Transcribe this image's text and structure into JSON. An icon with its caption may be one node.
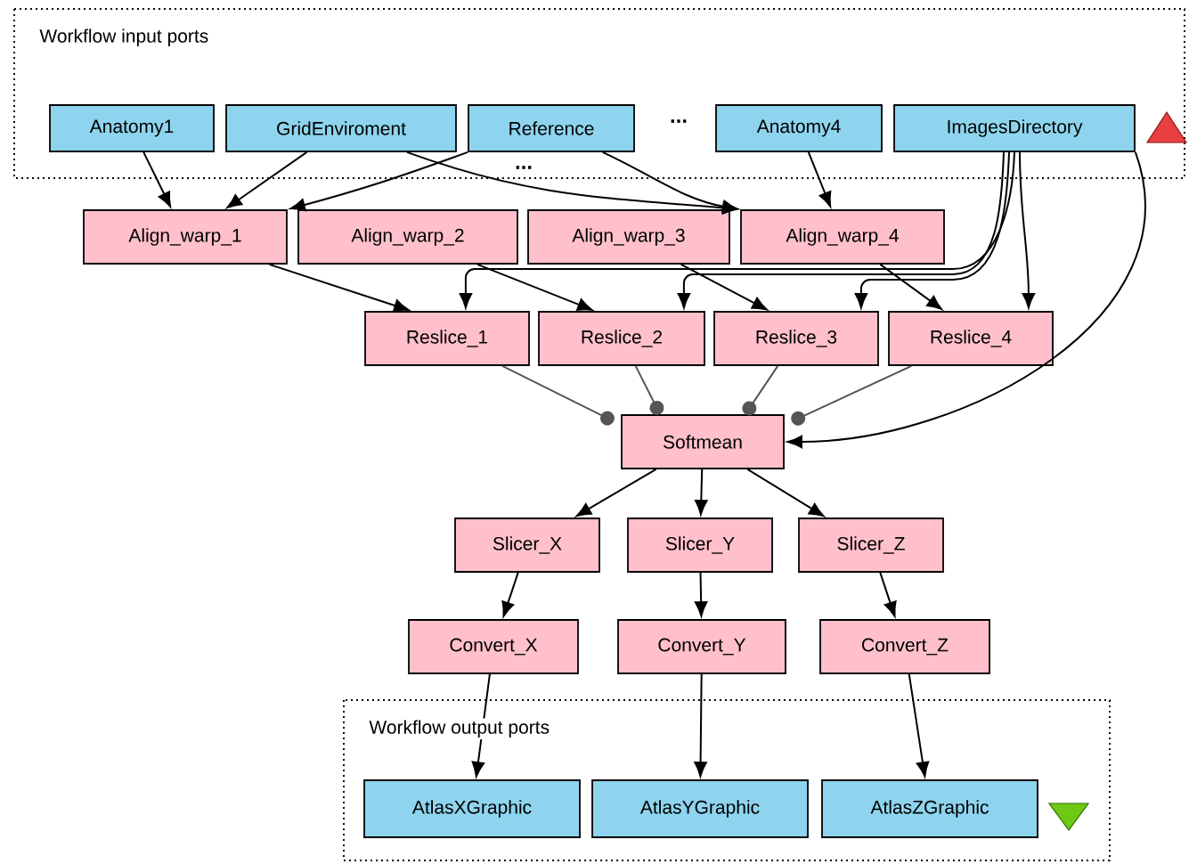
{
  "diagram": {
    "nodes": [
      {
        "text": [
          "Workflow input ports"
        ]
      },
      {
        "text": [
          "Anatomy1"
        ],
        "in": 0
      },
      {
        "text": [
          "GridEnviroment"
        ],
        "in": 0
      },
      {
        "text": [
          "Reference"
        ],
        "in": 0
      },
      {
        "text": [
          "Anatomy4"
        ],
        "in": 0
      },
      {
        "text": [
          "ImagesDirectory"
        ],
        "in": 0
      },
      {
        "text": [
          "Align_warp_1"
        ]
      },
      {
        "text": [
          "Align_warp_2"
        ]
      },
      {
        "text": [
          "Align_warp_3"
        ]
      },
      {
        "text": [
          "Align_warp_4"
        ]
      },
      {
        "text": [
          "Reslice_1"
        ]
      },
      {
        "text": [
          "Reslice_2"
        ]
      },
      {
        "text": [
          "Reslice_3"
        ]
      },
      {
        "text": [
          "Reslice_4"
        ]
      },
      {
        "text": [
          "Softmean"
        ]
      },
      {
        "text": [
          "Slicer_X"
        ]
      },
      {
        "text": [
          "Slicer_Y"
        ]
      },
      {
        "text": [
          "Slicer_Z"
        ]
      },
      {
        "text": [
          "Convert_X"
        ]
      },
      {
        "text": [
          "Convert_Y"
        ]
      },
      {
        "text": [
          "Convert_Z"
        ]
      },
      {
        "text": [
          "Workflow output ports"
        ]
      },
      {
        "text": [
          "AtlasXGraphic"
        ],
        "in": 21
      },
      {
        "text": [
          "AtlasYGraphic"
        ],
        "in": 21
      },
      {
        "text": [
          "AtlasZGraphic"
        ],
        "in": 21
      }
    ],
    "edges": [
      {
        "from": 1,
        "to": 6,
        "arrow": "to"
      },
      {
        "from": 2,
        "to": 6,
        "arrow": "to"
      },
      {
        "from": 3,
        "to": 6,
        "arrow": "to"
      },
      {
        "from": 2,
        "to": 9,
        "arrow": "to"
      },
      {
        "from": 3,
        "to": 9,
        "arrow": "to"
      },
      {
        "from": 4,
        "to": 9,
        "arrow": "to"
      },
      {
        "from": 6,
        "to": 10,
        "arrow": "to"
      },
      {
        "from": 7,
        "to": 11,
        "arrow": "to"
      },
      {
        "from": 8,
        "to": 12,
        "arrow": "to"
      },
      {
        "from": 9,
        "to": 13,
        "arrow": "to"
      },
      {
        "from": 5,
        "to": 10,
        "arrow": "to"
      },
      {
        "from": 5,
        "to": 11,
        "arrow": "to"
      },
      {
        "from": 5,
        "to": 12,
        "arrow": "to"
      },
      {
        "from": 5,
        "to": 13,
        "arrow": "to"
      },
      {
        "from": 5,
        "to": 14,
        "arrow": "to"
      },
      {
        "from": 10,
        "to": 14,
        "arrow": "other",
        "color": "#555555"
      },
      {
        "from": 11,
        "to": 14,
        "arrow": "other",
        "color": "#555555"
      },
      {
        "from": 12,
        "to": 14,
        "arrow": "other",
        "color": "#555555"
      },
      {
        "from": 13,
        "to": 14,
        "arrow": "other",
        "color": "#555555"
      },
      {
        "from": 14,
        "to": 15,
        "arrow": "to"
      },
      {
        "from": 14,
        "to": 16,
        "arrow": "to"
      },
      {
        "from": 14,
        "to": 17,
        "arrow": "to"
      },
      {
        "from": 15,
        "to": 18,
        "arrow": "to"
      },
      {
        "from": 16,
        "to": 19,
        "arrow": "to"
      },
      {
        "from": 17,
        "to": 20,
        "arrow": "to"
      },
      {
        "from": 18,
        "to": 22,
        "arrow": "to"
      },
      {
        "from": 19,
        "to": 23,
        "arrow": "to"
      },
      {
        "from": 20,
        "to": 24,
        "arrow": "to"
      }
    ],
    "labels": [
      "...",
      "..."
    ]
  }
}
